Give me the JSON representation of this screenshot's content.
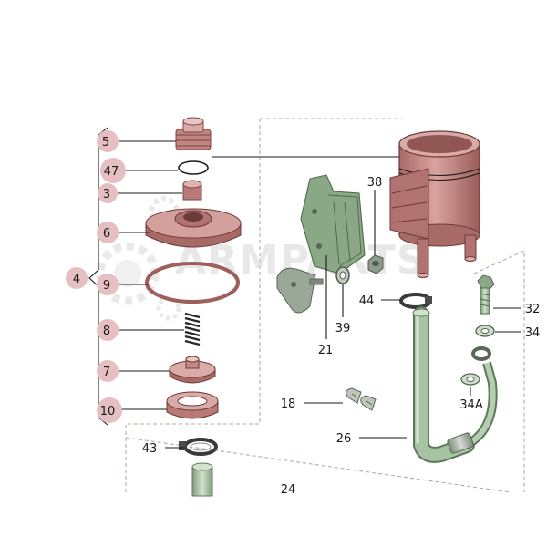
{
  "watermark": "ARMPARTS",
  "colors": {
    "part_fill": "#c98f8c",
    "part_dark": "#8f5653",
    "green_part": "#7f9c7a",
    "hose": "#9db69a",
    "bubble": "#e6bfc2",
    "dashed": "#9fb89a"
  },
  "callouts": [
    {
      "id": "c4",
      "text": "4",
      "highlight": true
    },
    {
      "id": "c5",
      "text": "5",
      "highlight": true
    },
    {
      "id": "c47",
      "text": "47",
      "highlight": true
    },
    {
      "id": "c3",
      "text": "3",
      "highlight": true
    },
    {
      "id": "c6",
      "text": "6",
      "highlight": true
    },
    {
      "id": "c9",
      "text": "9",
      "highlight": true
    },
    {
      "id": "c8",
      "text": "8",
      "highlight": true
    },
    {
      "id": "c7",
      "text": "7",
      "highlight": true
    },
    {
      "id": "c10",
      "text": "10",
      "highlight": true
    },
    {
      "id": "c43",
      "text": "43",
      "highlight": false
    },
    {
      "id": "c24",
      "text": "24",
      "highlight": false
    },
    {
      "id": "c38",
      "text": "38",
      "highlight": false
    },
    {
      "id": "c44",
      "text": "44",
      "highlight": false
    },
    {
      "id": "c39",
      "text": "39",
      "highlight": false
    },
    {
      "id": "c21",
      "text": "21",
      "highlight": false
    },
    {
      "id": "c18",
      "text": "18",
      "highlight": false
    },
    {
      "id": "c26",
      "text": "26",
      "highlight": false
    },
    {
      "id": "c32",
      "text": "32",
      "highlight": false
    },
    {
      "id": "c34",
      "text": "34",
      "highlight": false
    },
    {
      "id": "c34A",
      "text": "34A",
      "highlight": false
    }
  ]
}
